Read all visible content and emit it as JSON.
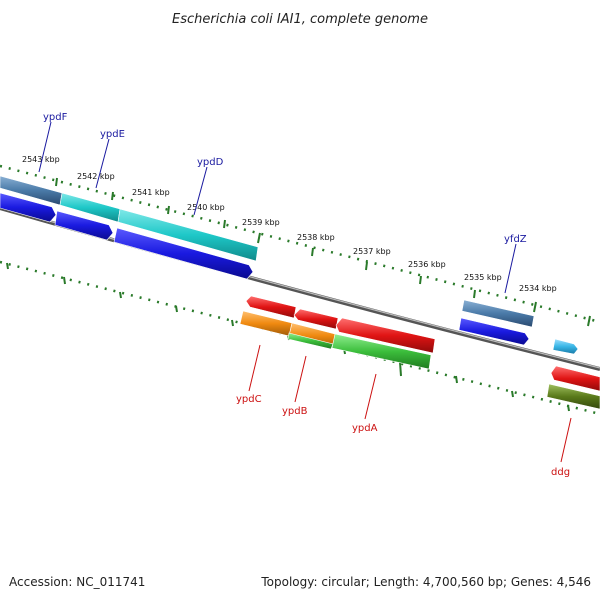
{
  "title": "Escherichia coli IAI1, complete genome",
  "footer": {
    "accession": "Accession: NC_011741",
    "summary": "Topology: circular; Length: 4,700,560 bp; Genes: 4,546"
  },
  "scale_labels": [
    "2543 kbp",
    "2542 kbp",
    "2541 kbp",
    "2540 kbp",
    "2539 kbp",
    "2538 kbp",
    "2537 kbp",
    "2536 kbp",
    "2535 kbp",
    "2534 kbp"
  ],
  "gene_labels_top": [
    "ypdF",
    "ypdE",
    "ypdD",
    "yfdZ"
  ],
  "gene_labels_bottom": [
    "ypdC",
    "ypdB",
    "ypdA",
    "ddg"
  ],
  "colors": {
    "backbone": "#777777",
    "tick": "#2a7a2a",
    "blue": "#1a1ae0",
    "cyan": "#1ec8c8",
    "steel": "#4a7aa8",
    "red": "#e01414",
    "orange": "#f08a10",
    "green": "#3cbe3c",
    "olive": "#5a7a1a",
    "sky": "#39b6e6",
    "label_top": "#1a1aa0",
    "label_bottom": "#cc1111"
  }
}
